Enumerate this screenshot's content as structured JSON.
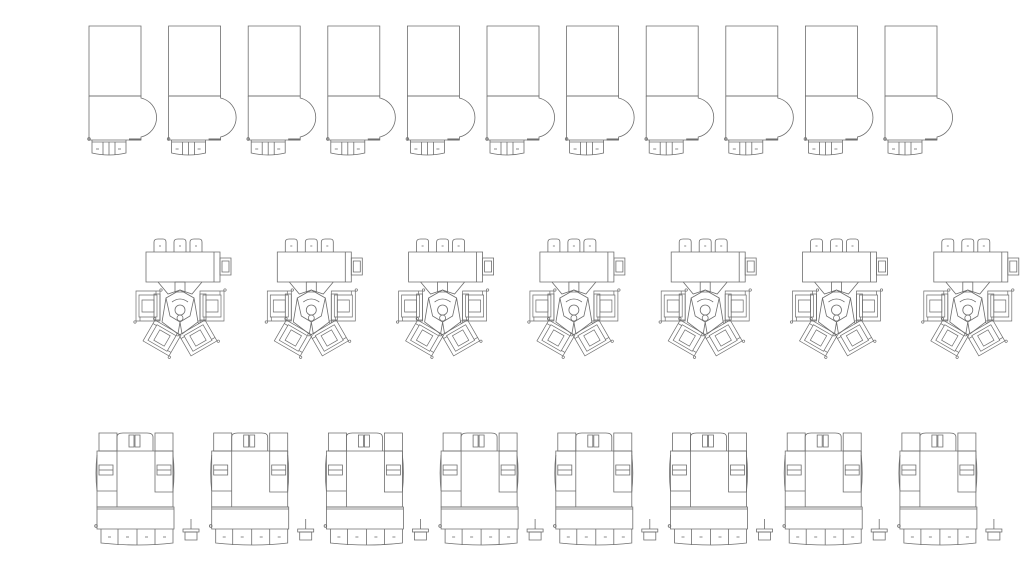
{
  "drawing": {
    "background": "#ffffff",
    "line_color": "#6e6e6e",
    "rows": [
      {
        "name": "row-single-desk-units",
        "count": 11
      },
      {
        "name": "row-pod-clusters",
        "count": 7
      },
      {
        "name": "row-block-units",
        "count": 8
      }
    ]
  }
}
